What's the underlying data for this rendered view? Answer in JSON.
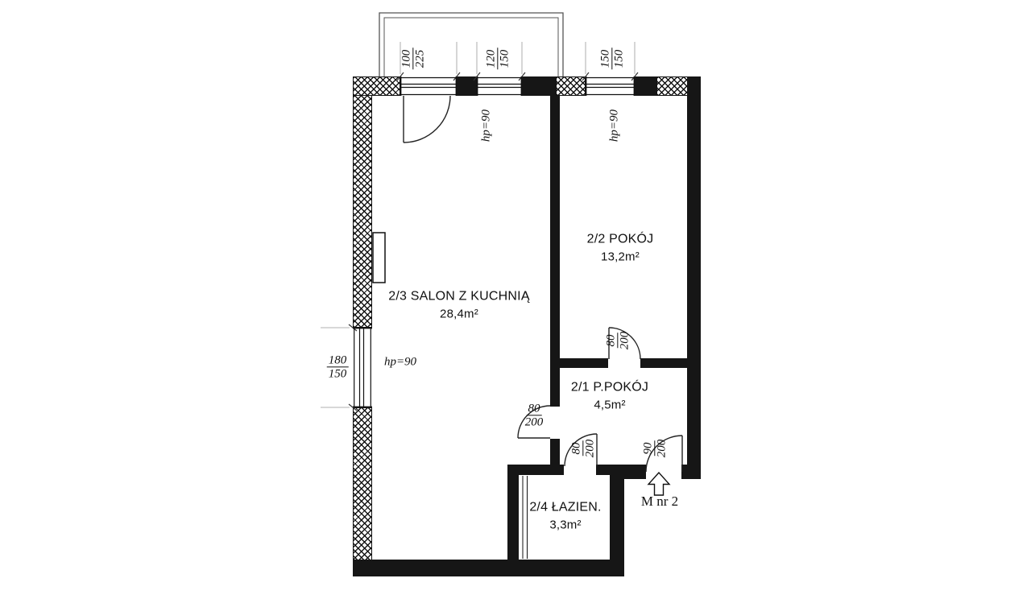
{
  "plan": {
    "apartment_label": "M nr 2",
    "rooms": {
      "salon": {
        "name": "2/3 SALON Z KUCHNIĄ",
        "area": "28,4m²"
      },
      "pokoj": {
        "name": "2/2 POKÓJ",
        "area": "13,2m²"
      },
      "ppokoj": {
        "name": "2/1 P.POKÓJ",
        "area": "4,5m²"
      },
      "lazienka": {
        "name": "2/4 ŁAZIEN.",
        "area": "3,3m²"
      }
    },
    "openings": {
      "balcony_door": {
        "num": "100",
        "den": "225"
      },
      "window_mid": {
        "num": "120",
        "den": "150"
      },
      "window_right": {
        "num": "150",
        "den": "150"
      },
      "window_left": {
        "num": "180",
        "den": "150"
      },
      "door_pokoj": {
        "num": "80",
        "den": "200"
      },
      "door_salon": {
        "num": "80",
        "den": "200"
      },
      "door_bath": {
        "num": "80",
        "den": "200"
      },
      "door_entry": {
        "num": "90",
        "den": "200"
      }
    },
    "parapet": {
      "label1": "hp=90",
      "label2": "hp=90",
      "label3": "hp=90"
    },
    "colors": {
      "wall": "#161616",
      "thin_line": "#555555",
      "text": "#111111"
    }
  }
}
